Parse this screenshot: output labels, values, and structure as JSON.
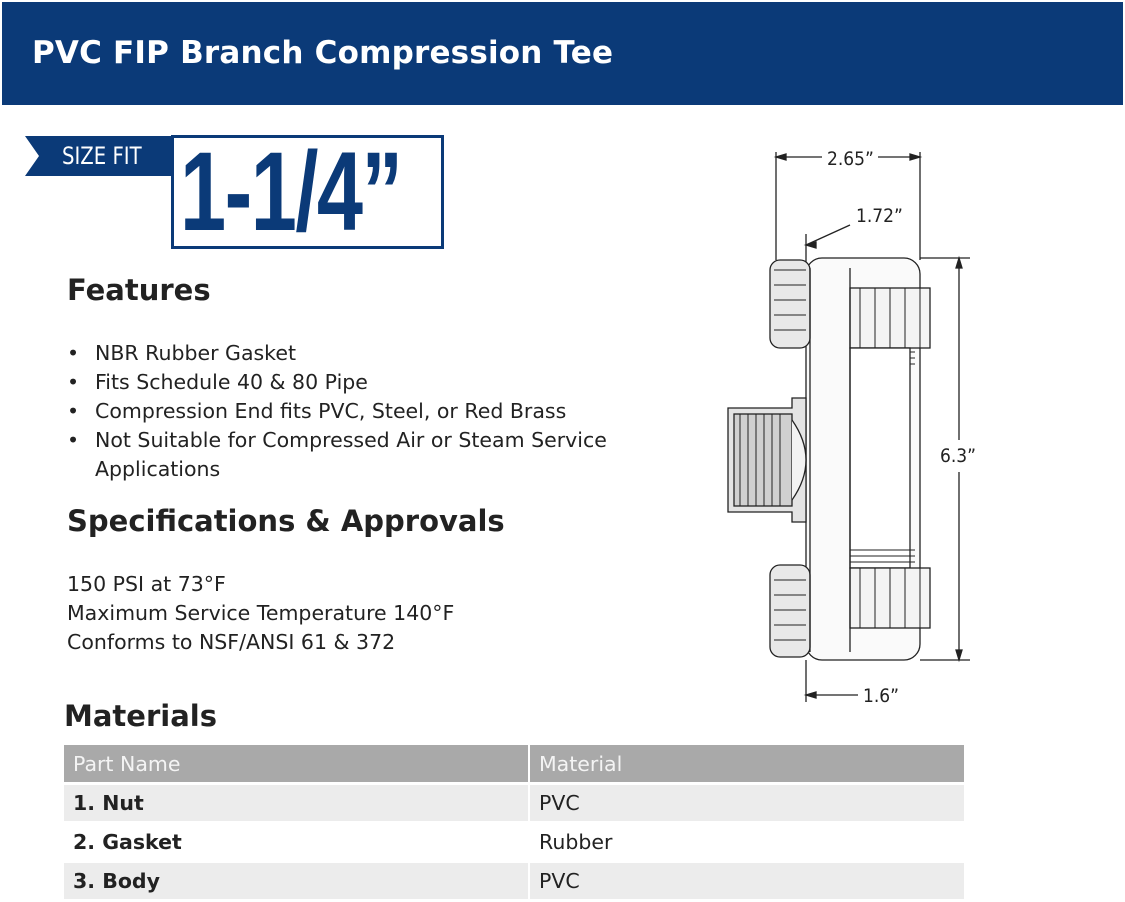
{
  "header": {
    "title": "PVC FIP Branch Compression Tee"
  },
  "size": {
    "label": "SIZE FIT",
    "value": "1-1/4”"
  },
  "features": {
    "title": "Features",
    "items": [
      "NBR Rubber Gasket",
      "Fits Schedule 40 & 80 Pipe",
      "Compression End fits PVC, Steel, or Red Brass",
      "Not Suitable for Compressed Air or Steam Service Applications"
    ]
  },
  "specs": {
    "title": "Specifications & Approvals",
    "lines": [
      "150 PSI at 73°F",
      "Maximum Service Temperature 140°F",
      "Conforms to NSF/ANSI 61 & 372"
    ]
  },
  "materials": {
    "title": "Materials",
    "headers": [
      "Part Name",
      "Material"
    ],
    "rows": [
      [
        "1. Nut",
        "PVC"
      ],
      [
        "2. Gasket",
        "Rubber"
      ],
      [
        "3. Body",
        "PVC"
      ]
    ]
  },
  "drawing": {
    "dim_width": "2.65”",
    "dim_inner": "1.72”",
    "dim_height": "6.3”",
    "dim_offset": "1.6”"
  },
  "colors": {
    "brand": "#0b3a78",
    "table_header": "#a9a9a9",
    "row_shade": "#ececec"
  }
}
